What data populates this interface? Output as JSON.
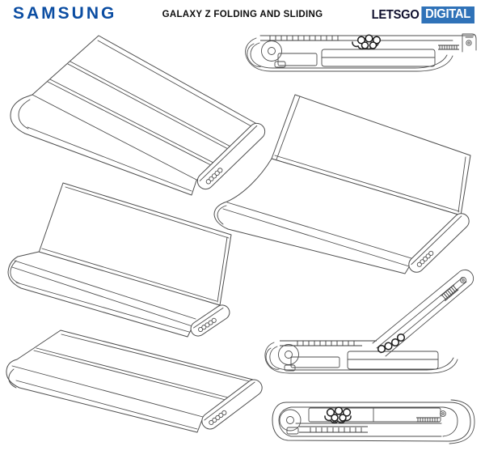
{
  "header": {
    "brand": "SAMSUNG",
    "title": "GALAXY Z FOLDING AND SLIDING",
    "logo": {
      "first": "LETSGO",
      "second": "DIGITAL"
    }
  },
  "colors": {
    "samsung_blue": "#0b4da2",
    "logo_badge_blue": "#2f72b8",
    "line_gray": "#4e4e4e",
    "background": "#ffffff"
  },
  "figures": [
    {
      "id": "fig-top-left",
      "description": "Closed device, front isometric view with wraparound display and five side port dots"
    },
    {
      "id": "fig-top-right",
      "description": "Side profile of hinge and slide mechanism, closed, with gear rack and roller bearings"
    },
    {
      "id": "fig-mid-right",
      "description": "Device with rear display panel folded upward, isometric view from the right"
    },
    {
      "id": "fig-mid-left",
      "description": "Device with rear display panel folded upward, isometric view from the left"
    },
    {
      "id": "fig-bottom-left",
      "description": "Closed device, isometric view with single display seam"
    },
    {
      "id": "fig-right-open",
      "description": "Side profile of slide mechanism with support arm raised at an angle"
    },
    {
      "id": "fig-bottom-right",
      "description": "Side profile of slide mechanism fully closed and flat"
    }
  ]
}
